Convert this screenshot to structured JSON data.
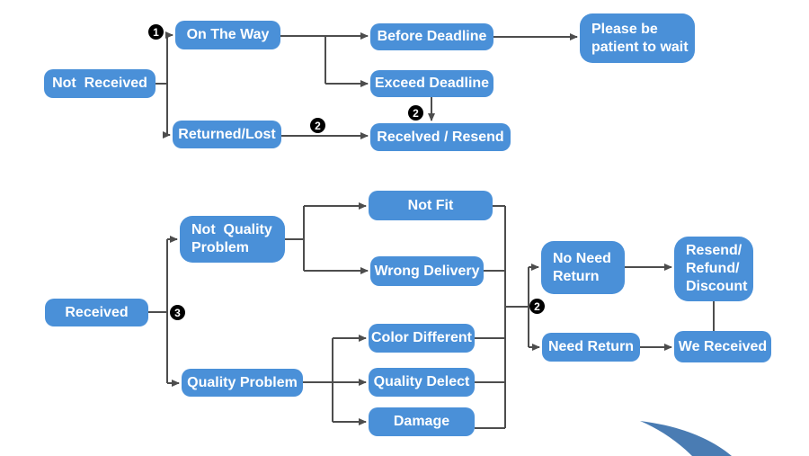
{
  "diagram": {
    "name": "order-status-flowchart",
    "colors": {
      "node_fill": "#4A90D8",
      "node_text": "#FFFFFF",
      "connector": "#4D4D4D",
      "marker_bg": "#000000",
      "swoosh": "#4A7CB3"
    },
    "markers": {
      "one": "1",
      "two": "2",
      "three": "3"
    },
    "nodes": {
      "not_received": "Not  Received",
      "on_the_way": "On The Way",
      "returned_lost": "Returned/Lost",
      "before_deadline": "Before Deadline",
      "exceed_deadline": "Exceed Deadline",
      "recelved_resend": "Recelved / Resend",
      "please_wait": "Please be\npatient to wait",
      "received": "Received",
      "not_quality_problem": "Not  Quality\nProblem",
      "quality_problem": "Quality Problem",
      "not_fit": "Not Fit",
      "wrong_delivery": "Wrong Delivery",
      "color_different": "Color Different",
      "quality_delect": "Quality Delect",
      "damage": "Damage",
      "no_need_return": "No Need\nReturn",
      "need_return": "Need Return",
      "resend_refund_discount": "Resend/\nRefund/\nDiscount",
      "we_received": "We Received"
    }
  }
}
